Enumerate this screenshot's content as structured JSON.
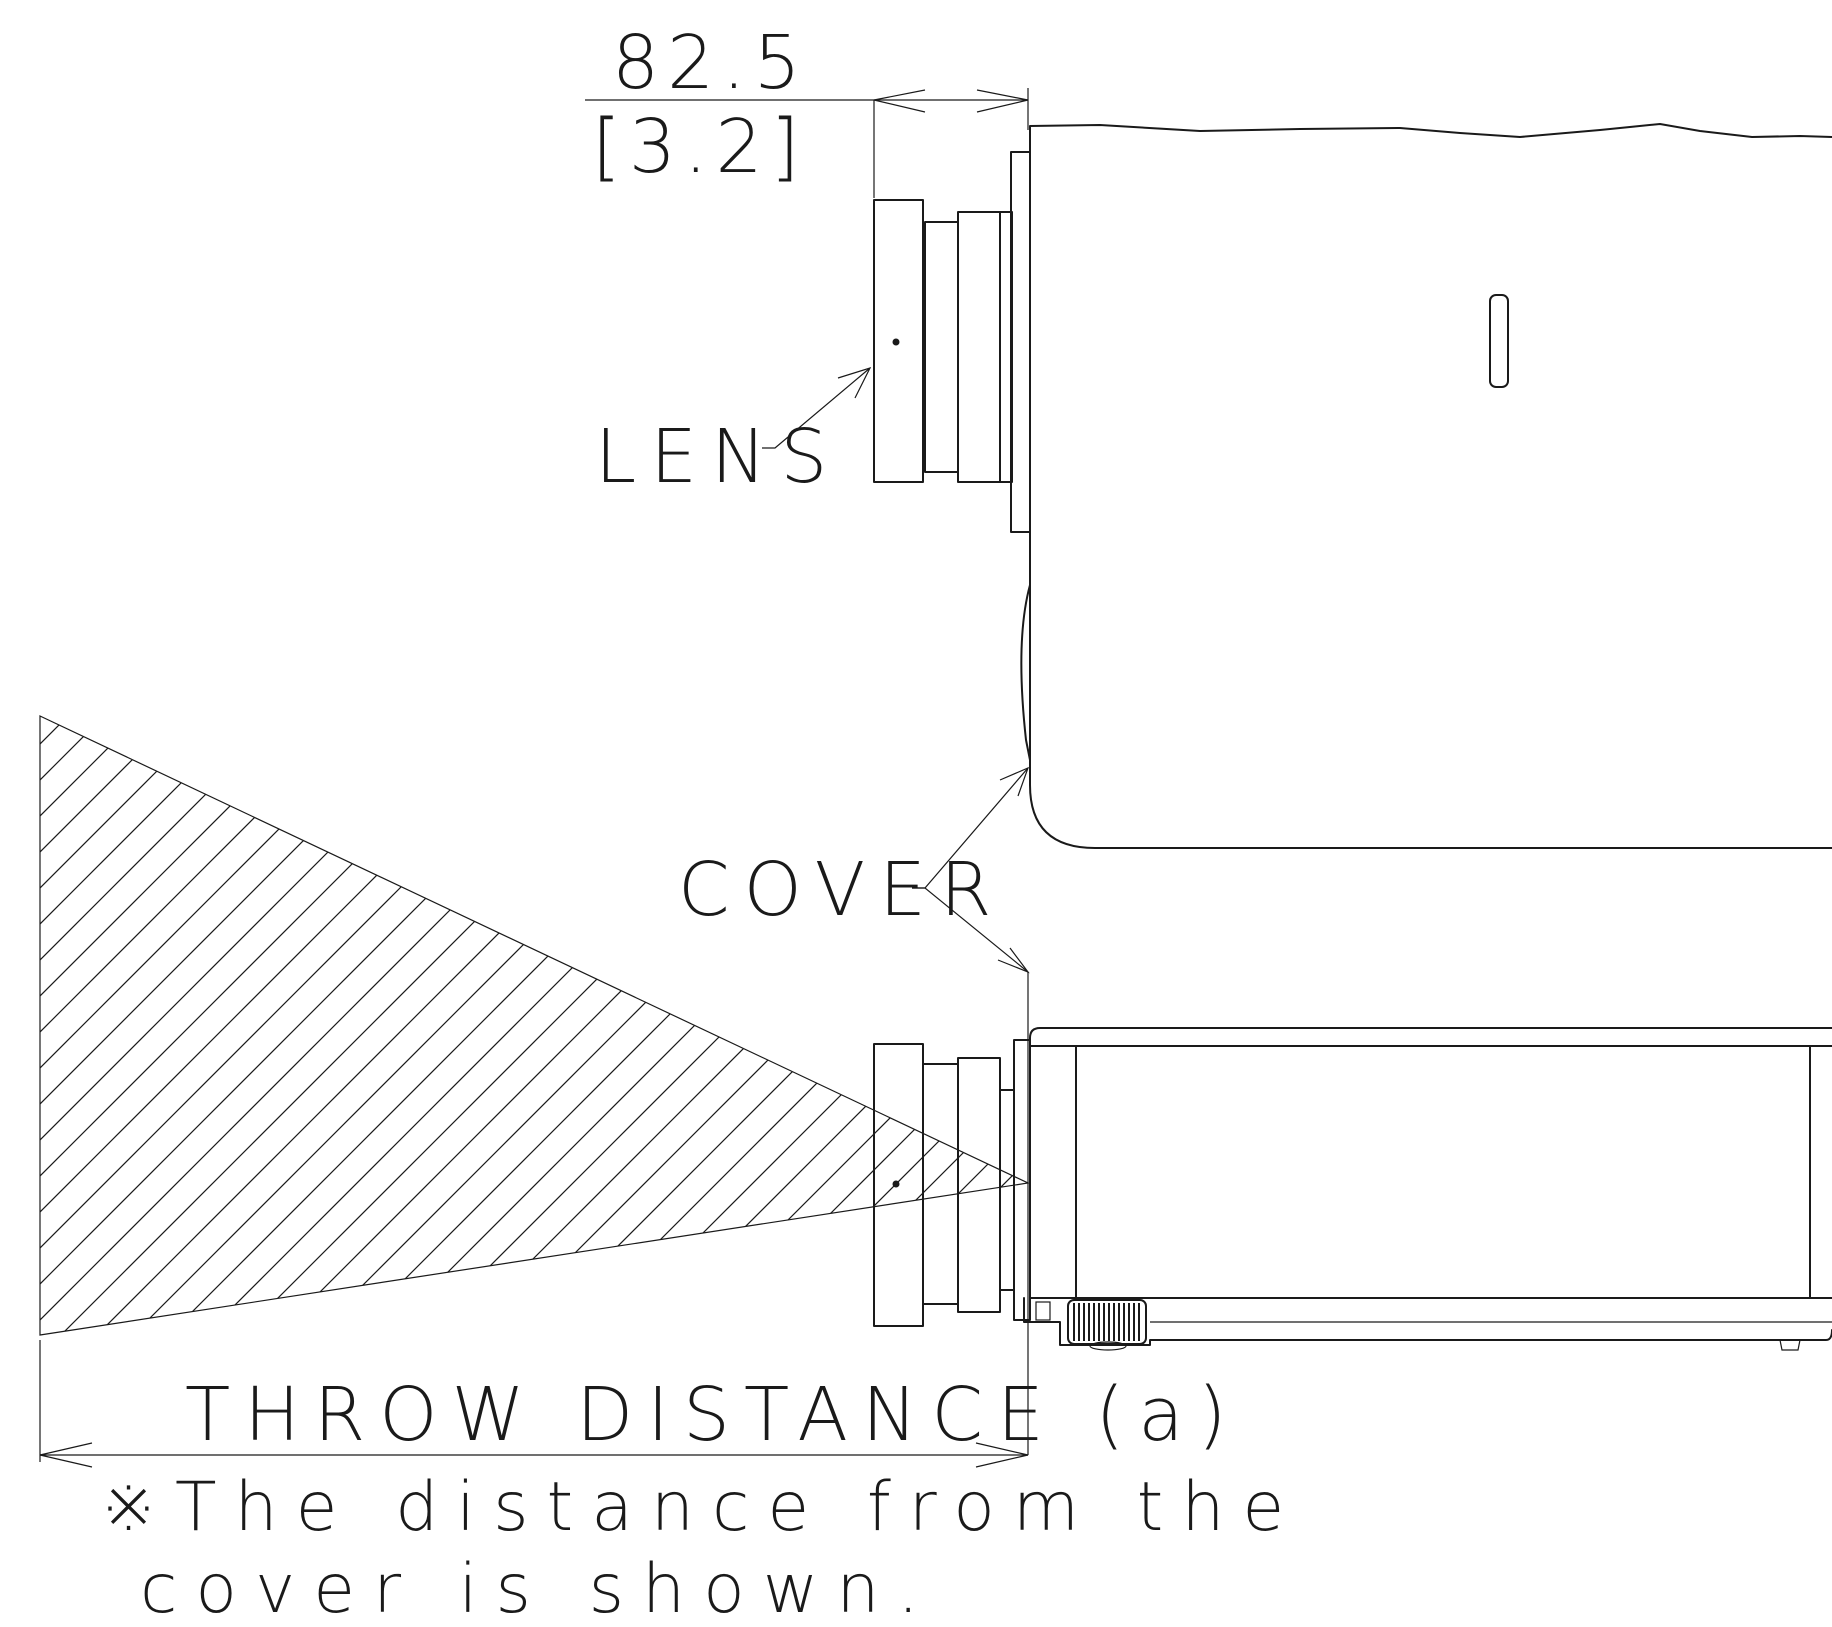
{
  "labels": {
    "dimension_mm": "82.5",
    "dimension_in": "[3.2]",
    "lens": "LENS",
    "cover": "COVER",
    "throw_distance": "THROW DISTANCE (a)",
    "note_line1": "※The distance from the",
    "note_line2": "cover is shown."
  }
}
